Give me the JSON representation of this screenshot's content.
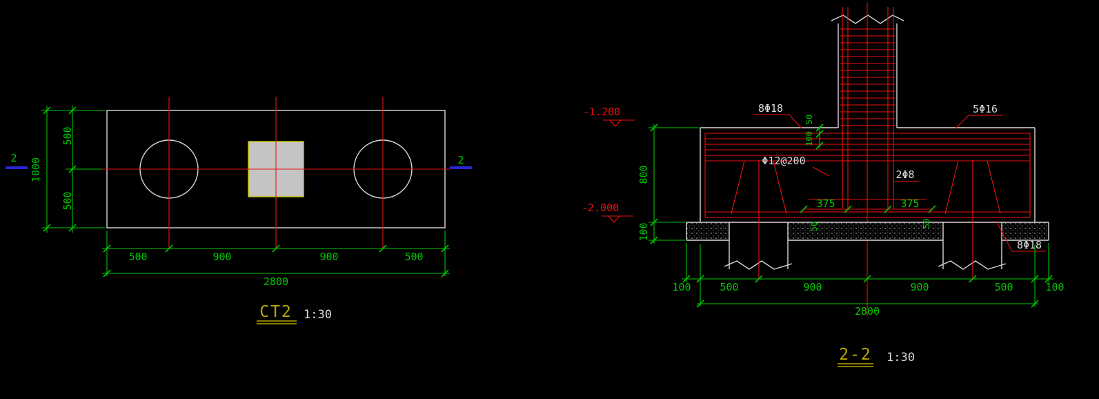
{
  "drawing": {
    "background": "#000000",
    "colors": {
      "outline": "#d9d9d9",
      "rebar_red": "#ee1111",
      "dimension_green": "#00c800",
      "title_yellow": "#b8a800",
      "section_cut_blue": "#2828d8",
      "column_fill_gray": "#c4c4c4",
      "column_border_yellow": "#c8c800"
    }
  },
  "plan": {
    "title": "CT2",
    "scale": "1:30",
    "section_marker_left": "2",
    "section_marker_right": "2",
    "dims": {
      "left_top": "500",
      "left_overall": "1000",
      "left_bottom": "500",
      "bottom_segments": [
        "500",
        "900",
        "900",
        "500"
      ],
      "bottom_total": "2800"
    }
  },
  "section": {
    "title": "2-2",
    "scale": "1:30",
    "levels": {
      "foundation_top": "-1.200",
      "foundation_bottom": "-2.000"
    },
    "rebar": {
      "top_left": "8Φ18",
      "top_right": "5Φ16",
      "stirrups": "Φ12@200",
      "side_bars": "2Φ8",
      "bottom": "8Φ18"
    },
    "dims": {
      "cover_top": "50",
      "top_spacing": "100",
      "hook_left": "375",
      "hook_right": "375",
      "body_height": "800",
      "bedding_height": "100",
      "bedding_small_left": "50",
      "bedding_small_right": "50",
      "bottom_segments": [
        "100",
        "500",
        "900",
        "900",
        "500",
        "100"
      ],
      "bottom_total": "2800"
    }
  }
}
